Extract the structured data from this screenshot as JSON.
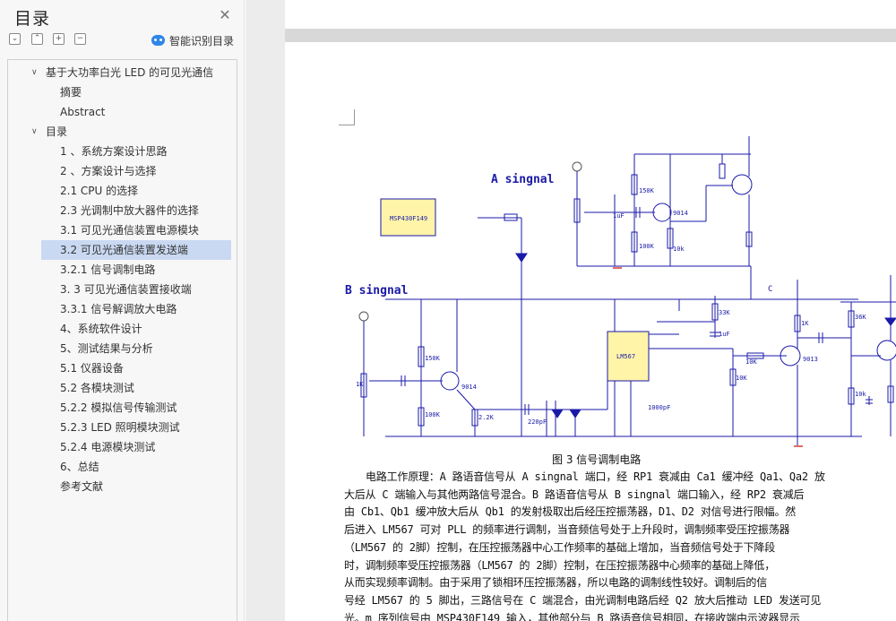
{
  "toc": {
    "title": "目录",
    "smart_toc_label": "智能识别目录",
    "items": [
      {
        "label": "基于大功率白光 LED 的可见光通信",
        "level": 1,
        "expanded": true
      },
      {
        "label": "摘要",
        "level": 2
      },
      {
        "label": "Abstract",
        "level": 2
      },
      {
        "label": "目录",
        "level": 1,
        "expanded": true
      },
      {
        "label": "1 、系统方案设计思路",
        "level": 2
      },
      {
        "label": "2 、方案设计与选择",
        "level": 2
      },
      {
        "label": "2.1 CPU 的选择",
        "level": 2
      },
      {
        "label": "2.3 光调制中放大器件的选择",
        "level": 2
      },
      {
        "label": "3.1 可见光通信装置电源模块",
        "level": 2
      },
      {
        "label": "3.2 可见光通信装置发送端",
        "level": 2,
        "selected": true
      },
      {
        "label": "3.2.1 信号调制电路",
        "level": 2
      },
      {
        "label": "3. 3 可见光通信装置接收端",
        "level": 2
      },
      {
        "label": "3.3.1 信号解调放大电路",
        "level": 2
      },
      {
        "label": "4、系统软件设计",
        "level": 2
      },
      {
        "label": "5、测试结果与分析",
        "level": 2
      },
      {
        "label": "5.1 仪器设备",
        "level": 2
      },
      {
        "label": "5.2 各模块测试",
        "level": 2
      },
      {
        "label": "5.2.2 模拟信号传输测试",
        "level": 2
      },
      {
        "label": "5.2.3 LED 照明模块测试",
        "level": 2
      },
      {
        "label": "5.2.4 电源模块测试",
        "level": 2
      },
      {
        "label": "6、总结",
        "level": 2
      },
      {
        "label": "参考文献",
        "level": 2
      }
    ]
  },
  "figure": {
    "caption": "图 3 信号调制电路",
    "labels": {
      "a_signal": "A singnal",
      "b_signal": "B singnal",
      "mcu": "MSP430F149",
      "lm567": "LM567",
      "c_node": "C",
      "r_150k_a": "150K",
      "r_100k_a": "100K",
      "r_10k_a": "10k",
      "q_9014_a": "9014",
      "cap_1uf_a": "1uF",
      "r_150k_b": "150K",
      "r_100k_b": "100K",
      "r_2_2k": "2.2K",
      "q_9014_b": "9014",
      "cap_220pf": "220pF",
      "cap_1000pf": "1000pF",
      "r_33k": "33K",
      "cap_1uf_c": "1uF",
      "r_10k_b": "10K",
      "r_10k_c": "10K",
      "r_1k": "1K",
      "q_9013": "9013",
      "r_36k": "36K",
      "r_10k_d": "10k",
      "rp_1k": "1K"
    }
  },
  "body": {
    "lines": [
      "电路工作原理：A 路语音信号从 A singnal 端口，经 RP1 衰减由 Ca1 缓冲经 Qa1、Qa2 放",
      "大后从 C 端输入与其他两路信号混合。B 路语音信号从 B singnal 端口输入，经 RP2 衰减后",
      "由 Cb1、Qb1 缓冲放大后从 Qb1 的发射极取出后经压控振荡器，D1、D2 对信号进行限幅。然",
      "后进入 LM567 可对 PLL 的频率进行调制，当音频信号处于上升段时，调制频率受压控振荡器",
      "（LM567 的 2脚）控制，在压控振荡器中心工作频率的基础上增加，当音频信号处于下降段",
      "时，调制频率受压控振荡器（LM567 的 2脚）控制，在压控振荡器中心频率的基础上降低，",
      "从而实现频率调制。由于采用了锁相环压控振荡器，所以电路的调制线性较好。调制后的信",
      "号经 LM567 的 5 脚出，三路信号在 C 端混合，由光调制电路后经 Q2 放大后推动 LED 发送可见",
      "光。m 序列信号由 MSP430F149 输入，其他部分与 B 路语音信号相同，在接收端由示波器显示"
    ]
  },
  "colors": {
    "wire": "#1a1aa8",
    "chip_fill": "#fff4a8",
    "ground": "#d23c2c",
    "selection": "#cad9f2",
    "smart_icon": "#2f86e8"
  }
}
